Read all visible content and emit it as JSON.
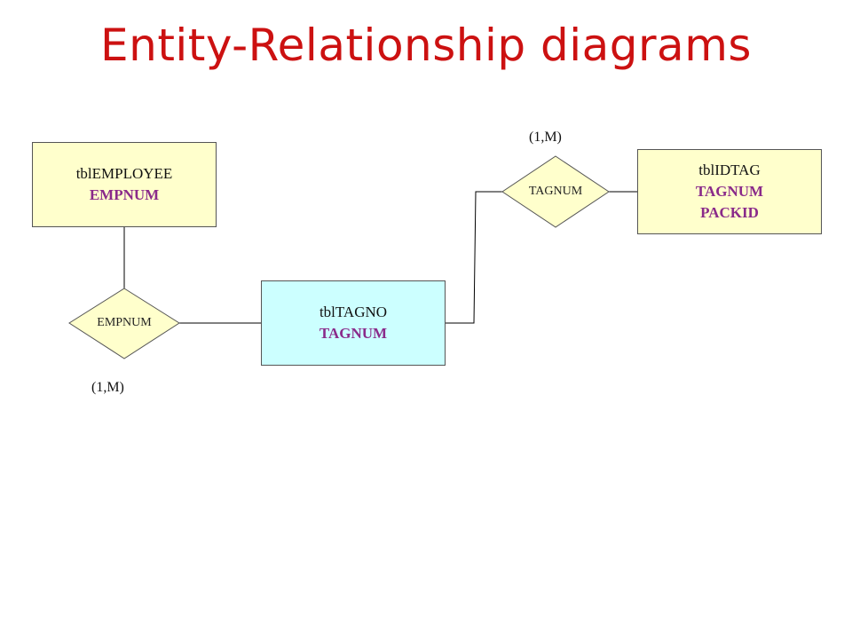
{
  "title": "Entity-Relationship diagrams",
  "entities": {
    "employee": {
      "name": "tblEMPLOYEE",
      "keys": [
        "EMPNUM"
      ]
    },
    "idtag": {
      "name": "tblIDTAG",
      "keys": [
        "TAGNUM",
        "PACKID"
      ]
    },
    "tagno": {
      "name": "tblTAGNO",
      "keys": [
        "TAGNUM"
      ]
    }
  },
  "relationships": {
    "emp_rel": {
      "label": "EMPNUM",
      "cardinality": "(1,M)"
    },
    "tag_rel": {
      "label": "TAGNUM",
      "cardinality": "(1,M)"
    }
  },
  "colors": {
    "title": "#cc1111",
    "entity_fill_yellow": "#ffffcc",
    "entity_fill_cyan": "#ccffff",
    "relationship_fill": "#ffffcc",
    "key_text": "#8a2a8a"
  }
}
